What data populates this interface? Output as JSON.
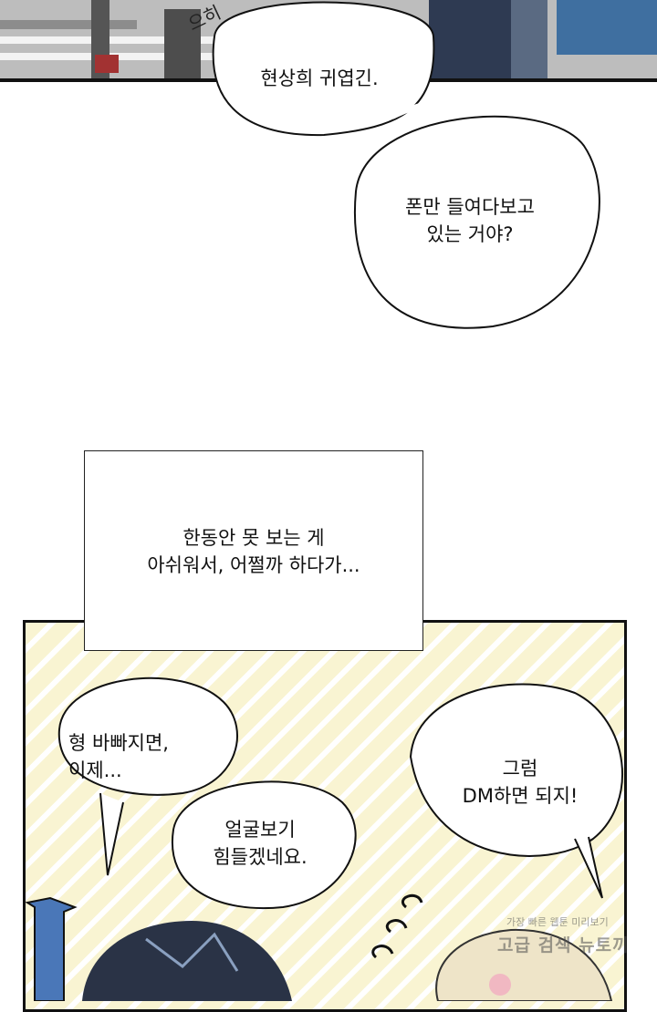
{
  "top_panel": {
    "sfx": "으히"
  },
  "bubbles": {
    "top1": {
      "lines": [
        "현상희 귀엽긴."
      ]
    },
    "top2": {
      "lines": [
        "폰만 들여다보고",
        "있는 거야?"
      ]
    },
    "caption": {
      "lines": [
        "한동안 못 보는 게",
        "아쉬워서, 어쩔까 하다가..."
      ]
    },
    "left1": {
      "lines": [
        "형 바빠지면,",
        "이제..."
      ]
    },
    "left2": {
      "lines": [
        "얼굴보기",
        "힘들겠네요."
      ]
    },
    "right": {
      "lines": [
        "그럼",
        "DM하면 되지!"
      ]
    }
  },
  "watermark": {
    "small": "가장 빠른 웹툰 미리보기",
    "large": "고급 검색 뉴토끼"
  }
}
